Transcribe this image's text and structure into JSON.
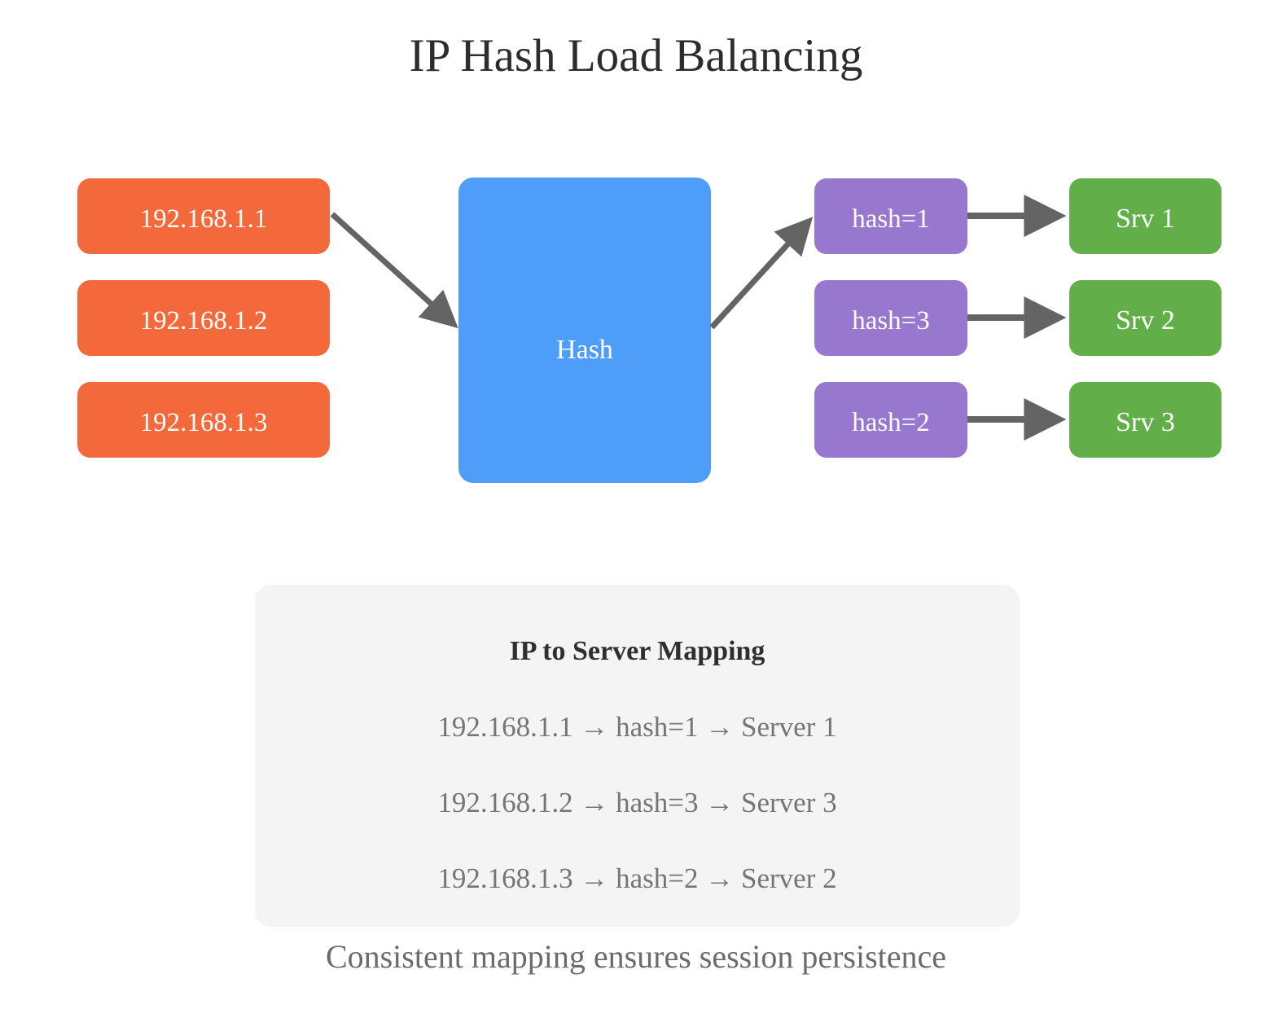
{
  "title": "IP Hash Load Balancing",
  "colors": {
    "orange": "#f4693c",
    "blue": "#4d9df9",
    "purple": "#9878ce",
    "green": "#62ae49",
    "arrow": "#646464",
    "panel_bg": "#f4f4f4",
    "title_text": "#2d2d2d",
    "panel_title_text": "#2f2f2f",
    "panel_row_text": "#757575",
    "caption_text": "#6b6b6b"
  },
  "clients": [
    "192.168.1.1",
    "192.168.1.2",
    "192.168.1.3"
  ],
  "hash_node": {
    "label": "Hash"
  },
  "hash_results": [
    "hash=1",
    "hash=3",
    "hash=2"
  ],
  "servers": [
    "Srv 1",
    "Srv 2",
    "Srv 3"
  ],
  "mapping_panel": {
    "title": "IP to Server Mapping",
    "rows": [
      "192.168.1.1 → hash=1 → Server 1",
      "192.168.1.2 → hash=3 → Server 3",
      "192.168.1.3 → hash=2 → Server 2"
    ]
  },
  "caption": "Consistent mapping ensures session persistence"
}
